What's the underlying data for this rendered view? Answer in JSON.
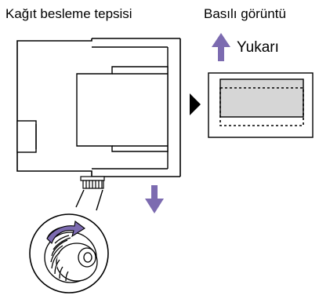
{
  "labels": {
    "tray": "Kağıt besleme tepsisi",
    "print": "Basılı görüntü",
    "up": "Yukarı"
  },
  "colors": {
    "arrow": "#7c6bb0",
    "line": "#000000",
    "print_area": "#d6d6d6"
  },
  "icons": {
    "up_arrow": "up-arrow-icon",
    "down_arrow": "down-arrow-icon",
    "right_arrow": "play-triangle-icon",
    "rotate_arrow": "rotate-clockwise-icon"
  }
}
